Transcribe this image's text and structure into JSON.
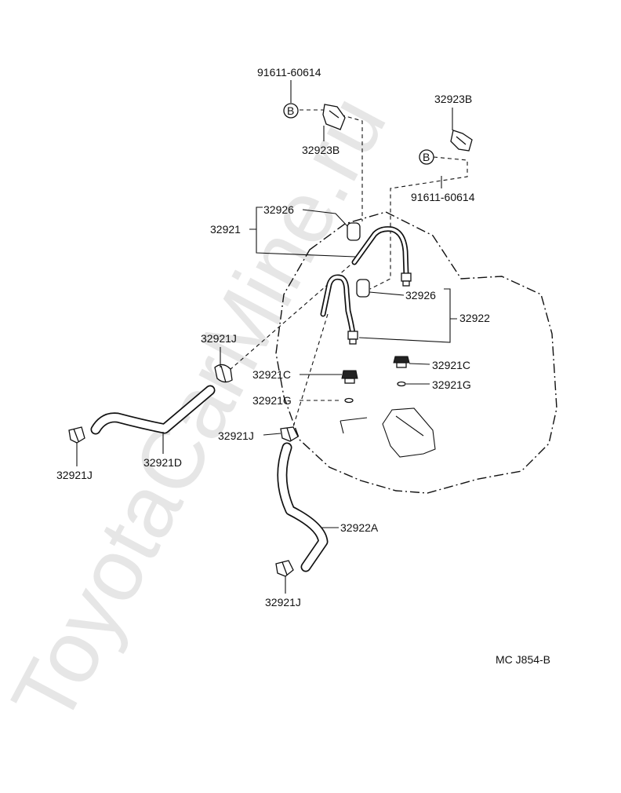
{
  "watermark": "ToyotaCarMine.ru",
  "diagram_code": "MC J854-B",
  "bolt_symbol": "B",
  "labels": {
    "bolt_top": "91611-60614",
    "clip_top": "32923B",
    "clip_right": "32923B",
    "bolt_right": "91611-60614",
    "insulator_upper": "32926",
    "pipe_assy_1": "32921",
    "insulator_lower": "32926",
    "pipe_assy_2": "32922",
    "clamp_left": "32921J",
    "union_bolt_right": "32921C",
    "union_bolt_left": "32921C",
    "gasket_right": "32921G",
    "gasket_left": "32921G",
    "clamp_center": "32921J",
    "hose_left": "32921D",
    "clamp_far_left": "32921J",
    "hose_bottom": "32922A",
    "clamp_bottom": "32921J"
  }
}
